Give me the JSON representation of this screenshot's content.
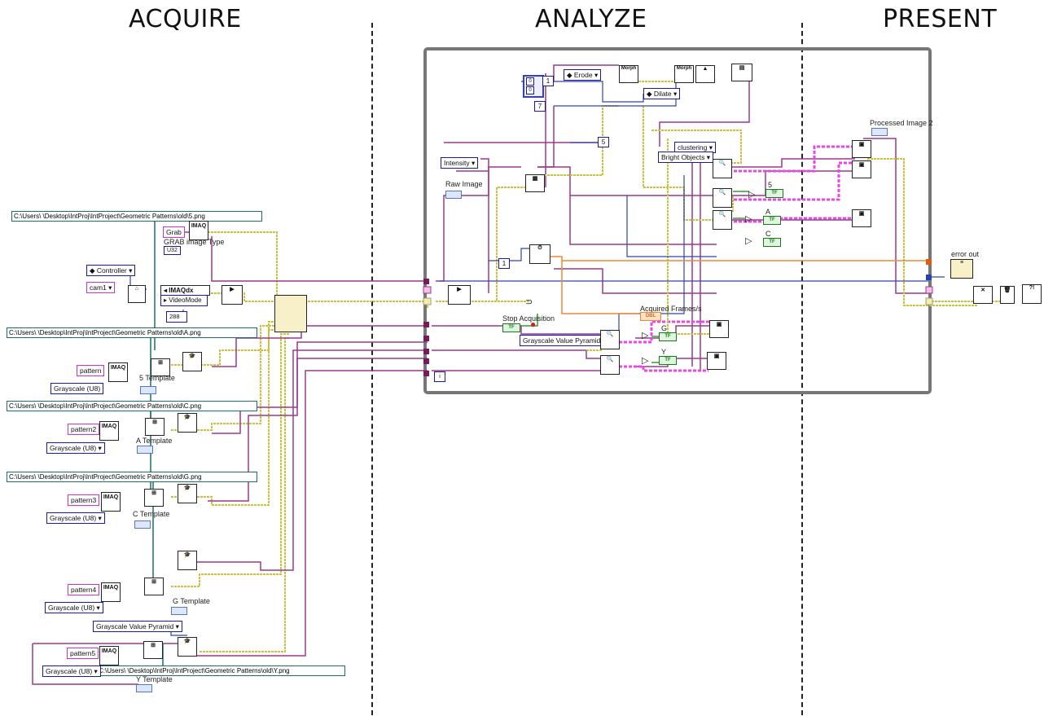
{
  "sections": {
    "acquire": "ACQUIRE",
    "analyze": "ANALYZE",
    "present": "PRESENT"
  },
  "acquire": {
    "paths": [
      "C:\\Users\\              \\Desktop\\IntProj\\IntProject\\Geometric Patterns\\old\\5.png",
      "C:\\Users\\              \\Desktop\\IntProj\\IntProject\\Geometric Patterns\\old\\A.png",
      "C:\\Users\\              \\Desktop\\IntProj\\IntProject\\Geometric Patterns\\old\\C.png",
      "C:\\Users\\              \\Desktop\\IntProj\\IntProject\\Geometric Patterns\\old\\G.png",
      "C:\\Users\\              \\Desktop\\IntProj\\IntProject\\Geometric Patterns\\old\\Y.png"
    ],
    "grab": "Grab",
    "grab_image_type": "GRAB image Type",
    "grab_type_value": "U32",
    "controller": "Controller",
    "cam": "cam1",
    "imaqdx": "IMAQdx",
    "video_mode": "VideoMode",
    "video_mode_value": "288",
    "patterns": [
      "pattern",
      "pattern2",
      "pattern3",
      "pattern4",
      "pattern5"
    ],
    "grayscale": "Grayscale (U8)",
    "templates": [
      "5 Template",
      "A Template",
      "C Template",
      "G Template",
      "Y Template"
    ],
    "pyramid": "Grayscale Value Pyramid",
    "imaq": "IMAQ"
  },
  "analyze": {
    "erode": "Erode",
    "dilate": "Dilate",
    "morph": "Morph",
    "num_5": "5",
    "num_7": "7",
    "num_1": "1",
    "num_0a": "0",
    "num_0b": "0",
    "intensity": "Intensity",
    "raw_image": "Raw Image",
    "clustering": "clustering",
    "bright_objects": "Bright Objects",
    "stop_acquisition": "Stop Acquisition",
    "acquired_frames": "Acquired Frames/s",
    "pyramid": "Grayscale Value Pyramid",
    "match_5": "5",
    "match_A": "A",
    "match_C": "C",
    "match_G": "G",
    "match_Y": "Y",
    "tf": "TF",
    "dbl": "DBL",
    "iter": "i"
  },
  "present": {
    "processed_image": "Processed Image 2",
    "error_out": "error out"
  },
  "colors": {
    "image_wire": "#9a3a8a",
    "error_wire": "#c9c23a",
    "numeric_wire": "#3344aa",
    "orange_wire": "#ee8833",
    "bool_wire": "#3a9a3a",
    "pink_highlight": "#ee44ee"
  }
}
